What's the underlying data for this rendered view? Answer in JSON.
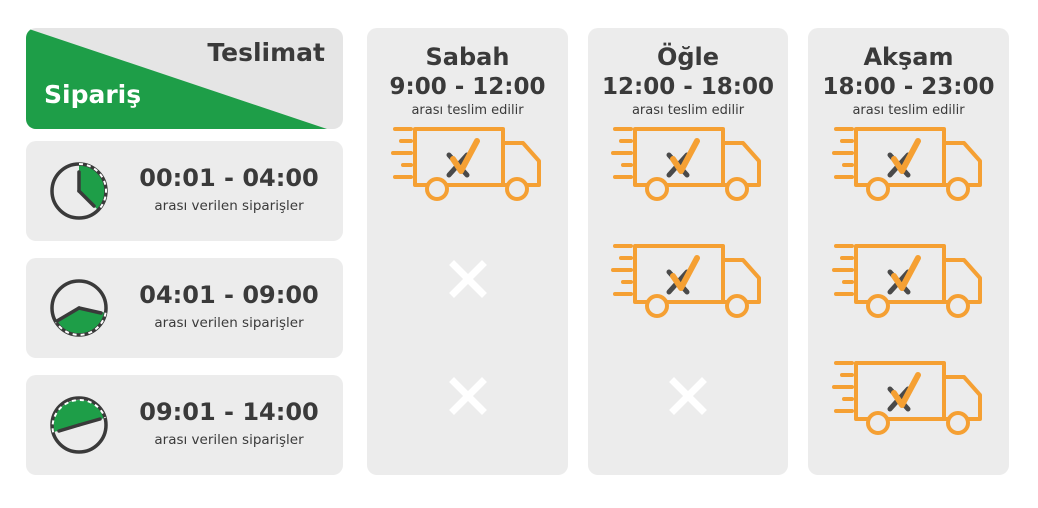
{
  "header": {
    "delivery_label": "Teslimat",
    "order_label": "Sipariş"
  },
  "order_windows": [
    {
      "time": "00:01 - 04:00",
      "caption": "arası verilen siparişler",
      "icon": "clock-icon"
    },
    {
      "time": "04:01 - 09:00",
      "caption": "arası verilen siparişler",
      "icon": "clock-icon"
    },
    {
      "time": "09:01 - 14:00",
      "caption": "arası verilen siparişler",
      "icon": "clock-icon"
    }
  ],
  "delivery_slots": [
    {
      "title": "Sabah",
      "time": "9:00 - 12:00",
      "caption": "arası teslim edilir",
      "availability": [
        "truck-icon",
        "cross-icon",
        "cross-icon"
      ]
    },
    {
      "title": "Öğle",
      "time": "12:00 - 18:00",
      "caption": "arası teslim edilir",
      "availability": [
        "truck-icon",
        "truck-icon",
        "cross-icon"
      ]
    },
    {
      "title": "Akşam",
      "time": "18:00 - 23:00",
      "caption": "arası teslim edilir",
      "availability": [
        "truck-icon",
        "truck-icon",
        "truck-icon"
      ]
    }
  ],
  "colors": {
    "brand_green": "#1e9e48",
    "truck_orange": "#f5a033",
    "card_gray": "#ececec",
    "text_dark": "#3a3a3a",
    "cross_white": "#ffffff"
  }
}
